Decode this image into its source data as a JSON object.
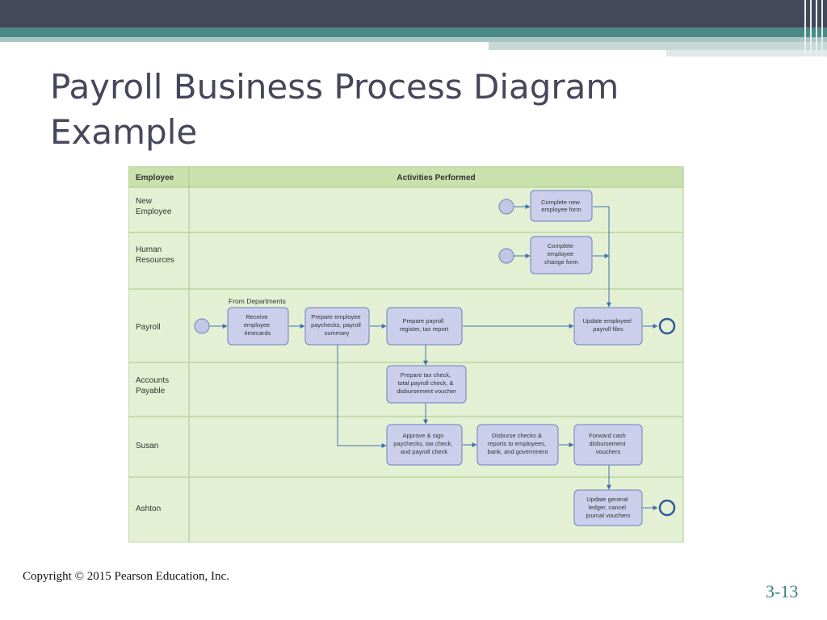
{
  "slide": {
    "title_line1": "Payroll Business Process Diagram",
    "title_line2": "Example",
    "copyright": "Copyright © 2015 Pearson Education, Inc.",
    "slide_number": "3-13"
  },
  "theme": {
    "top_bar": "#45475a",
    "accent_teal": "#4a8a86",
    "lane_fill": "#e3f0d3",
    "header_fill": "#c9e1ad",
    "box_fill": "#cbcfeb",
    "box_stroke": "#6e7fbf",
    "arrow": "#3f6fb0"
  },
  "diagram": {
    "header": {
      "left": "Employee",
      "right": "Activities Performed"
    },
    "lanes": [
      {
        "label_lines": [
          "New",
          "Employee"
        ]
      },
      {
        "label_lines": [
          "Human",
          "Resources"
        ]
      },
      {
        "label_lines": [
          "Payroll"
        ]
      },
      {
        "label_lines": [
          "Accounts",
          "Payable"
        ]
      },
      {
        "label_lines": [
          "Susan"
        ]
      },
      {
        "label_lines": [
          "Ashton"
        ]
      }
    ],
    "annotation": "From Departments",
    "activities": [
      {
        "id": "complete-new-employee-form",
        "lines": [
          "Complete new",
          "employee form"
        ]
      },
      {
        "id": "complete-employee-change-form",
        "lines": [
          "Complete",
          "employee",
          "change form"
        ]
      },
      {
        "id": "receive-employee-timecards",
        "lines": [
          "Receive",
          "employee",
          "timecards"
        ]
      },
      {
        "id": "prepare-employee-paychecks",
        "lines": [
          "Prepare employee",
          "paychecks, payroll",
          "summary"
        ]
      },
      {
        "id": "prepare-payroll-register",
        "lines": [
          "Prepare payroll",
          "register, tax report"
        ]
      },
      {
        "id": "update-employee-payroll-files",
        "lines": [
          "Update employee/",
          "payroll files"
        ]
      },
      {
        "id": "prepare-tax-check",
        "lines": [
          "Prepare tax check,",
          "total payroll check, &",
          "disbursement voucher"
        ]
      },
      {
        "id": "approve-and-sign-paychecks",
        "lines": [
          "Approve & sign",
          "paychecks, tax check,",
          "and payroll check"
        ]
      },
      {
        "id": "disburse-checks",
        "lines": [
          "Disburse checks &",
          "reports to employees,",
          "bank, and government"
        ]
      },
      {
        "id": "forward-cash-disbursement-vouchers",
        "lines": [
          "Forward cash",
          "disbursement",
          "vouchers"
        ]
      },
      {
        "id": "update-general-ledger",
        "lines": [
          "Update general",
          "ledger, cancel",
          "journal vouchers"
        ]
      }
    ]
  }
}
